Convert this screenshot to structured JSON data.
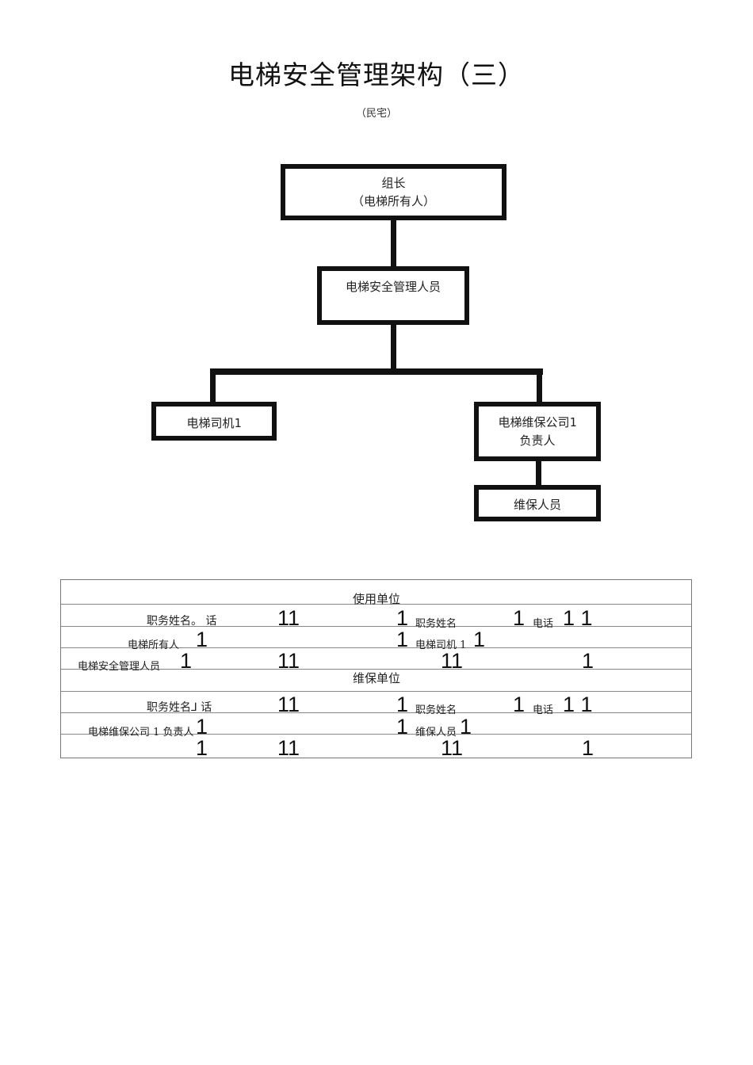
{
  "document": {
    "title": "电梯安全管理架构（三）",
    "subtitle": "（民宅）"
  },
  "org_chart": {
    "leader_title": "组长",
    "leader_sub": "（电梯所有人）",
    "manager": "电梯安全管理人员",
    "operator": "电梯司机1",
    "maint_head_line1": "电梯维保公司1",
    "maint_head_line2": "负责人",
    "maint_staff": "维保人员"
  },
  "table": {
    "user_section": "使用单位",
    "maint_section": "维保单位",
    "r1_label": "职务姓名。 话",
    "r1_a": "11",
    "r1_b": "1",
    "r1_label2": "职务姓名",
    "r1_c": "1",
    "r1_label3": "电话",
    "r1_d": "1 1",
    "r2_label": "电梯所有人",
    "r2_a": "1",
    "r2_b": "1",
    "r2_label2": "电梯司机 1",
    "r2_c": "1",
    "r3_label": "电梯安全管理人员",
    "r3_a": "1",
    "r3_b": "11",
    "r3_c": "11",
    "r3_d": "1",
    "m1_label": "职务姓名⅃ 话",
    "m1_a": "11",
    "m1_b": "1",
    "m1_label2": "职务姓名",
    "m1_c": "1",
    "m1_label3": "电话",
    "m1_d": "1 1",
    "m2_label": "电梯维保公司 1 负责人",
    "m2_a": "1",
    "m2_b": "1",
    "m2_label2": "维保人员",
    "m2_c": "1",
    "m3_a": "1",
    "m3_b": "11",
    "m3_c": "11",
    "m3_d": "1"
  }
}
